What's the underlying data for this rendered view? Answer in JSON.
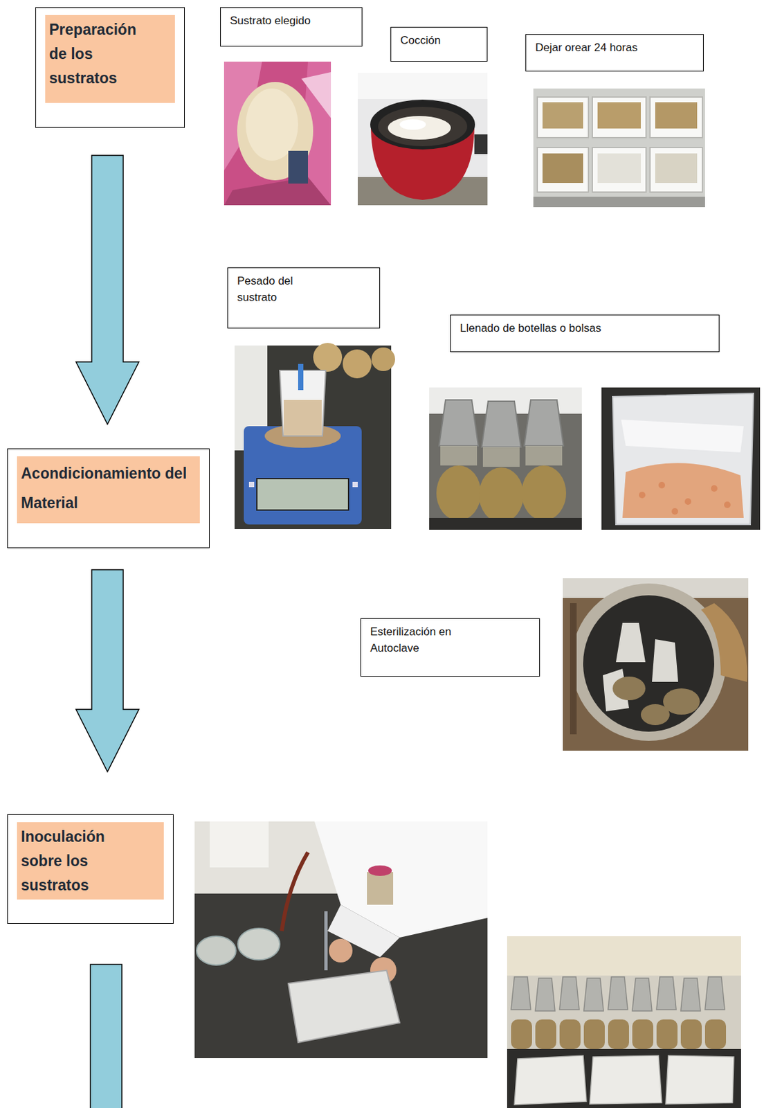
{
  "diagram": {
    "nodes": [
      {
        "text": [
          "Preparación de los sustratos"
        ]
      },
      {
        "text": [
          "Sustrato elegido"
        ]
      },
      {
        "text": [
          "Cocción"
        ]
      },
      {
        "text": [
          "Dejar orear 24 horas"
        ]
      },
      {
        "text": [
          "Pesado del sustrato"
        ]
      },
      {
        "text": [
          "Llenado de botellas o bolsas"
        ]
      },
      {
        "text": [
          "Acondicionamiento del Material"
        ]
      },
      {
        "text": [
          "Esterilización en Autoclave"
        ]
      },
      {
        "text": [
          "Inoculación sobre los sustratos"
        ]
      }
    ],
    "edges": [
      {
        "from": 0,
        "to": 6,
        "arrow": "to"
      },
      {
        "from": 6,
        "to": 8,
        "arrow": "to"
      }
    ]
  }
}
